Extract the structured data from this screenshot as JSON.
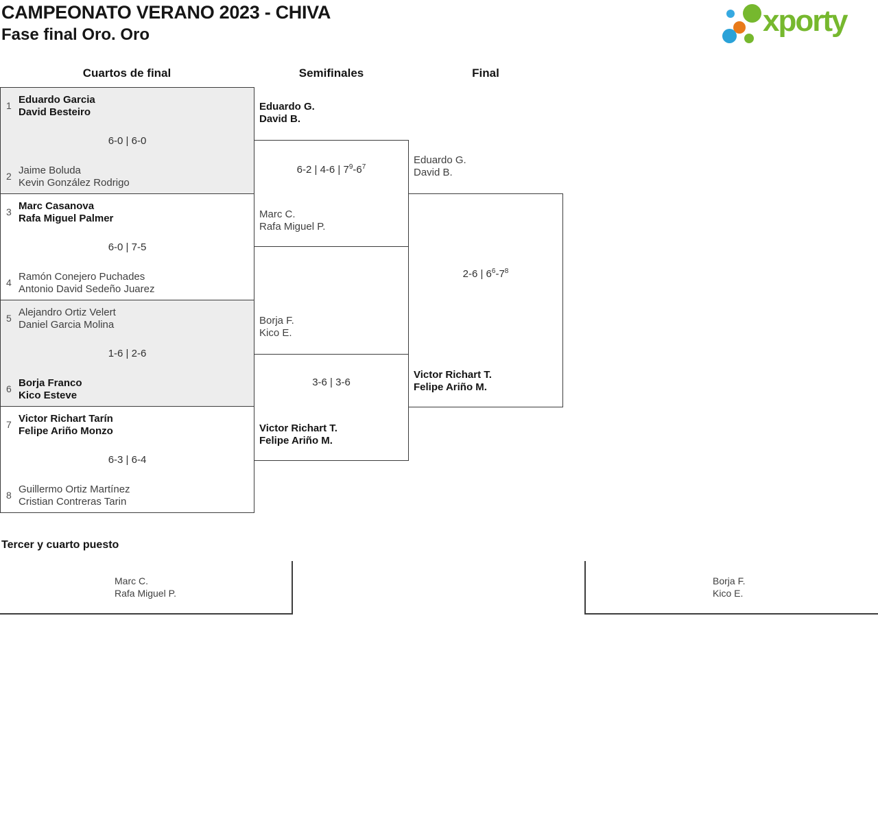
{
  "header": {
    "title": "CAMPEONATO VERANO 2023 - CHIVA",
    "subtitle": "Fase final Oro. Oro"
  },
  "logo": {
    "text": "xporty",
    "green": "#76b82e",
    "blue_light": "#36a9e1",
    "blue_dark": "#2aa2d8",
    "orange": "#e87a19"
  },
  "round_titles": {
    "quarterfinals": "Cuartos de final",
    "semifinals": "Semifinales",
    "final": "Final"
  },
  "quarterfinals": [
    {
      "seed_top": "1",
      "team_top": "Eduardo Garcia\nDavid Besteiro",
      "score": "6-0 | 6-0",
      "seed_bottom": "2",
      "team_bottom": "Jaime Boluda\nKevin González Rodrigo",
      "winner": "top"
    },
    {
      "seed_top": "3",
      "team_top": "Marc Casanova\nRafa Miguel Palmer",
      "score": "6-0 | 7-5",
      "seed_bottom": "4",
      "team_bottom": "Ramón Conejero Puchades\nAntonio David Sedeño Juarez",
      "winner": "top"
    },
    {
      "seed_top": "5",
      "team_top": "Alejandro Ortiz Velert\nDaniel Garcia Molina",
      "score": "1-6 | 2-6",
      "seed_bottom": "6",
      "team_bottom": "Borja Franco\nKico Esteve",
      "winner": "bottom"
    },
    {
      "seed_top": "7",
      "team_top": "Victor Richart Tarín\nFelipe Ariño Monzo",
      "score": "6-3 | 6-4",
      "seed_bottom": "8",
      "team_bottom": "Guillermo Ortiz Martínez\nCristian Contreras Tarin",
      "winner": "top"
    }
  ],
  "semifinals": [
    {
      "team_top": "Eduardo G.\nDavid B.",
      "score": "6-2 | 4-6 | 7^9-6^7",
      "team_bottom": "Marc C.\nRafa Miguel P.",
      "winner": "top"
    },
    {
      "team_top": "Borja F.\nKico E.",
      "score": "3-6 | 3-6",
      "team_bottom": "Victor Richart T.\nFelipe Ariño M.",
      "winner": "bottom"
    }
  ],
  "final": {
    "team_top": "Eduardo G.\nDavid B.",
    "score": "2-6 | 6^6-7^8",
    "team_bottom": "Victor Richart T.\nFelipe Ariño M.",
    "winner": "bottom"
  },
  "third_place": {
    "title": "Tercer y cuarto puesto",
    "left_team": "Marc C.\nRafa Miguel P.",
    "right_team": "Borja F.\nKico E."
  }
}
